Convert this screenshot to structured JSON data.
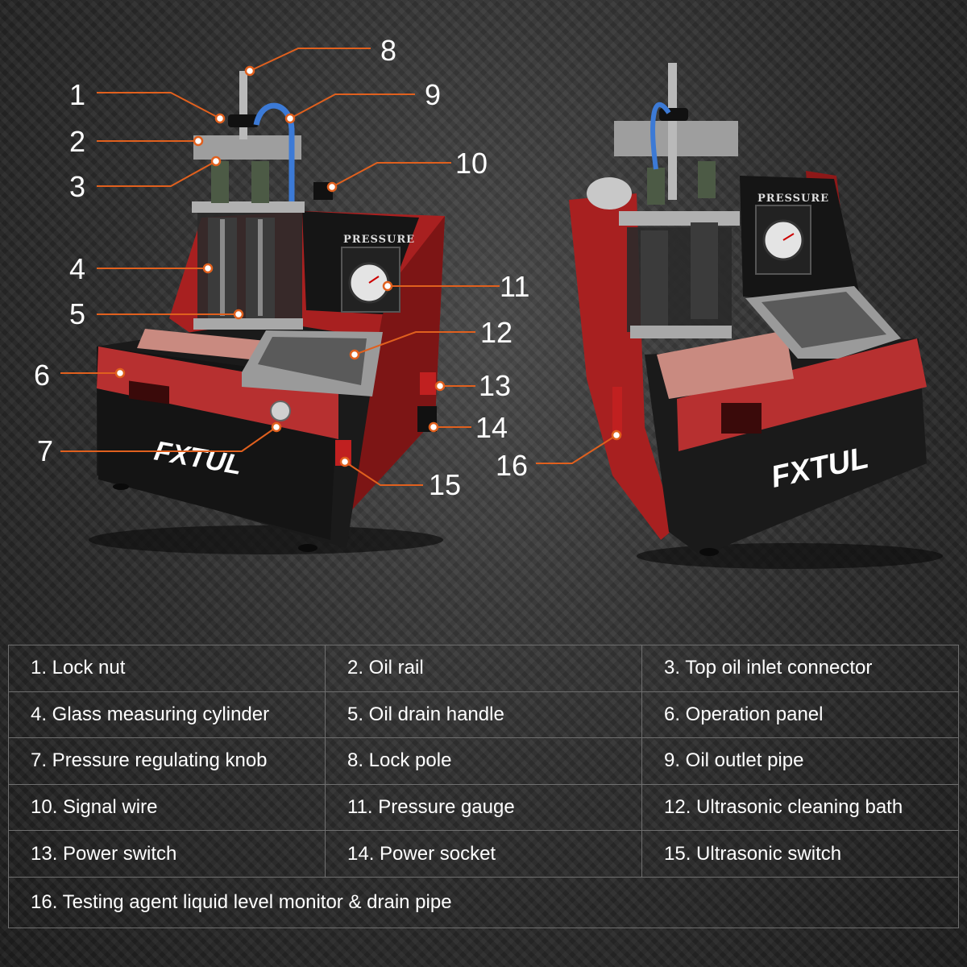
{
  "brand": "FXTUL",
  "pressure_label": "PRESSURE",
  "callouts": [
    "1",
    "2",
    "3",
    "4",
    "5",
    "6",
    "7",
    "8",
    "9",
    "10",
    "11",
    "12",
    "13",
    "14",
    "15",
    "16"
  ],
  "parts": [
    "1.  Lock nut",
    "2.  Oil rail",
    "3.  Top oil inlet connector",
    "4.  Glass measuring cylinder",
    "5.  Oil drain handle",
    "6.  Operation panel",
    "7.  Pressure regulating knob",
    "8.  Lock pole",
    "9.  Oil outlet pipe",
    "10.  Signal wire",
    "11.  Pressure gauge",
    "12.  Ultrasonic cleaning  bath",
    "13.  Power switch",
    "14.  Power socket",
    "15.  Ultrasonic switch",
    "16.  Testing agent liquid level monitor & drain pipe"
  ],
  "colors": {
    "accent_red": "#b42a2a",
    "callout_line": "#e0601e",
    "body_black": "#1a1a1a"
  }
}
